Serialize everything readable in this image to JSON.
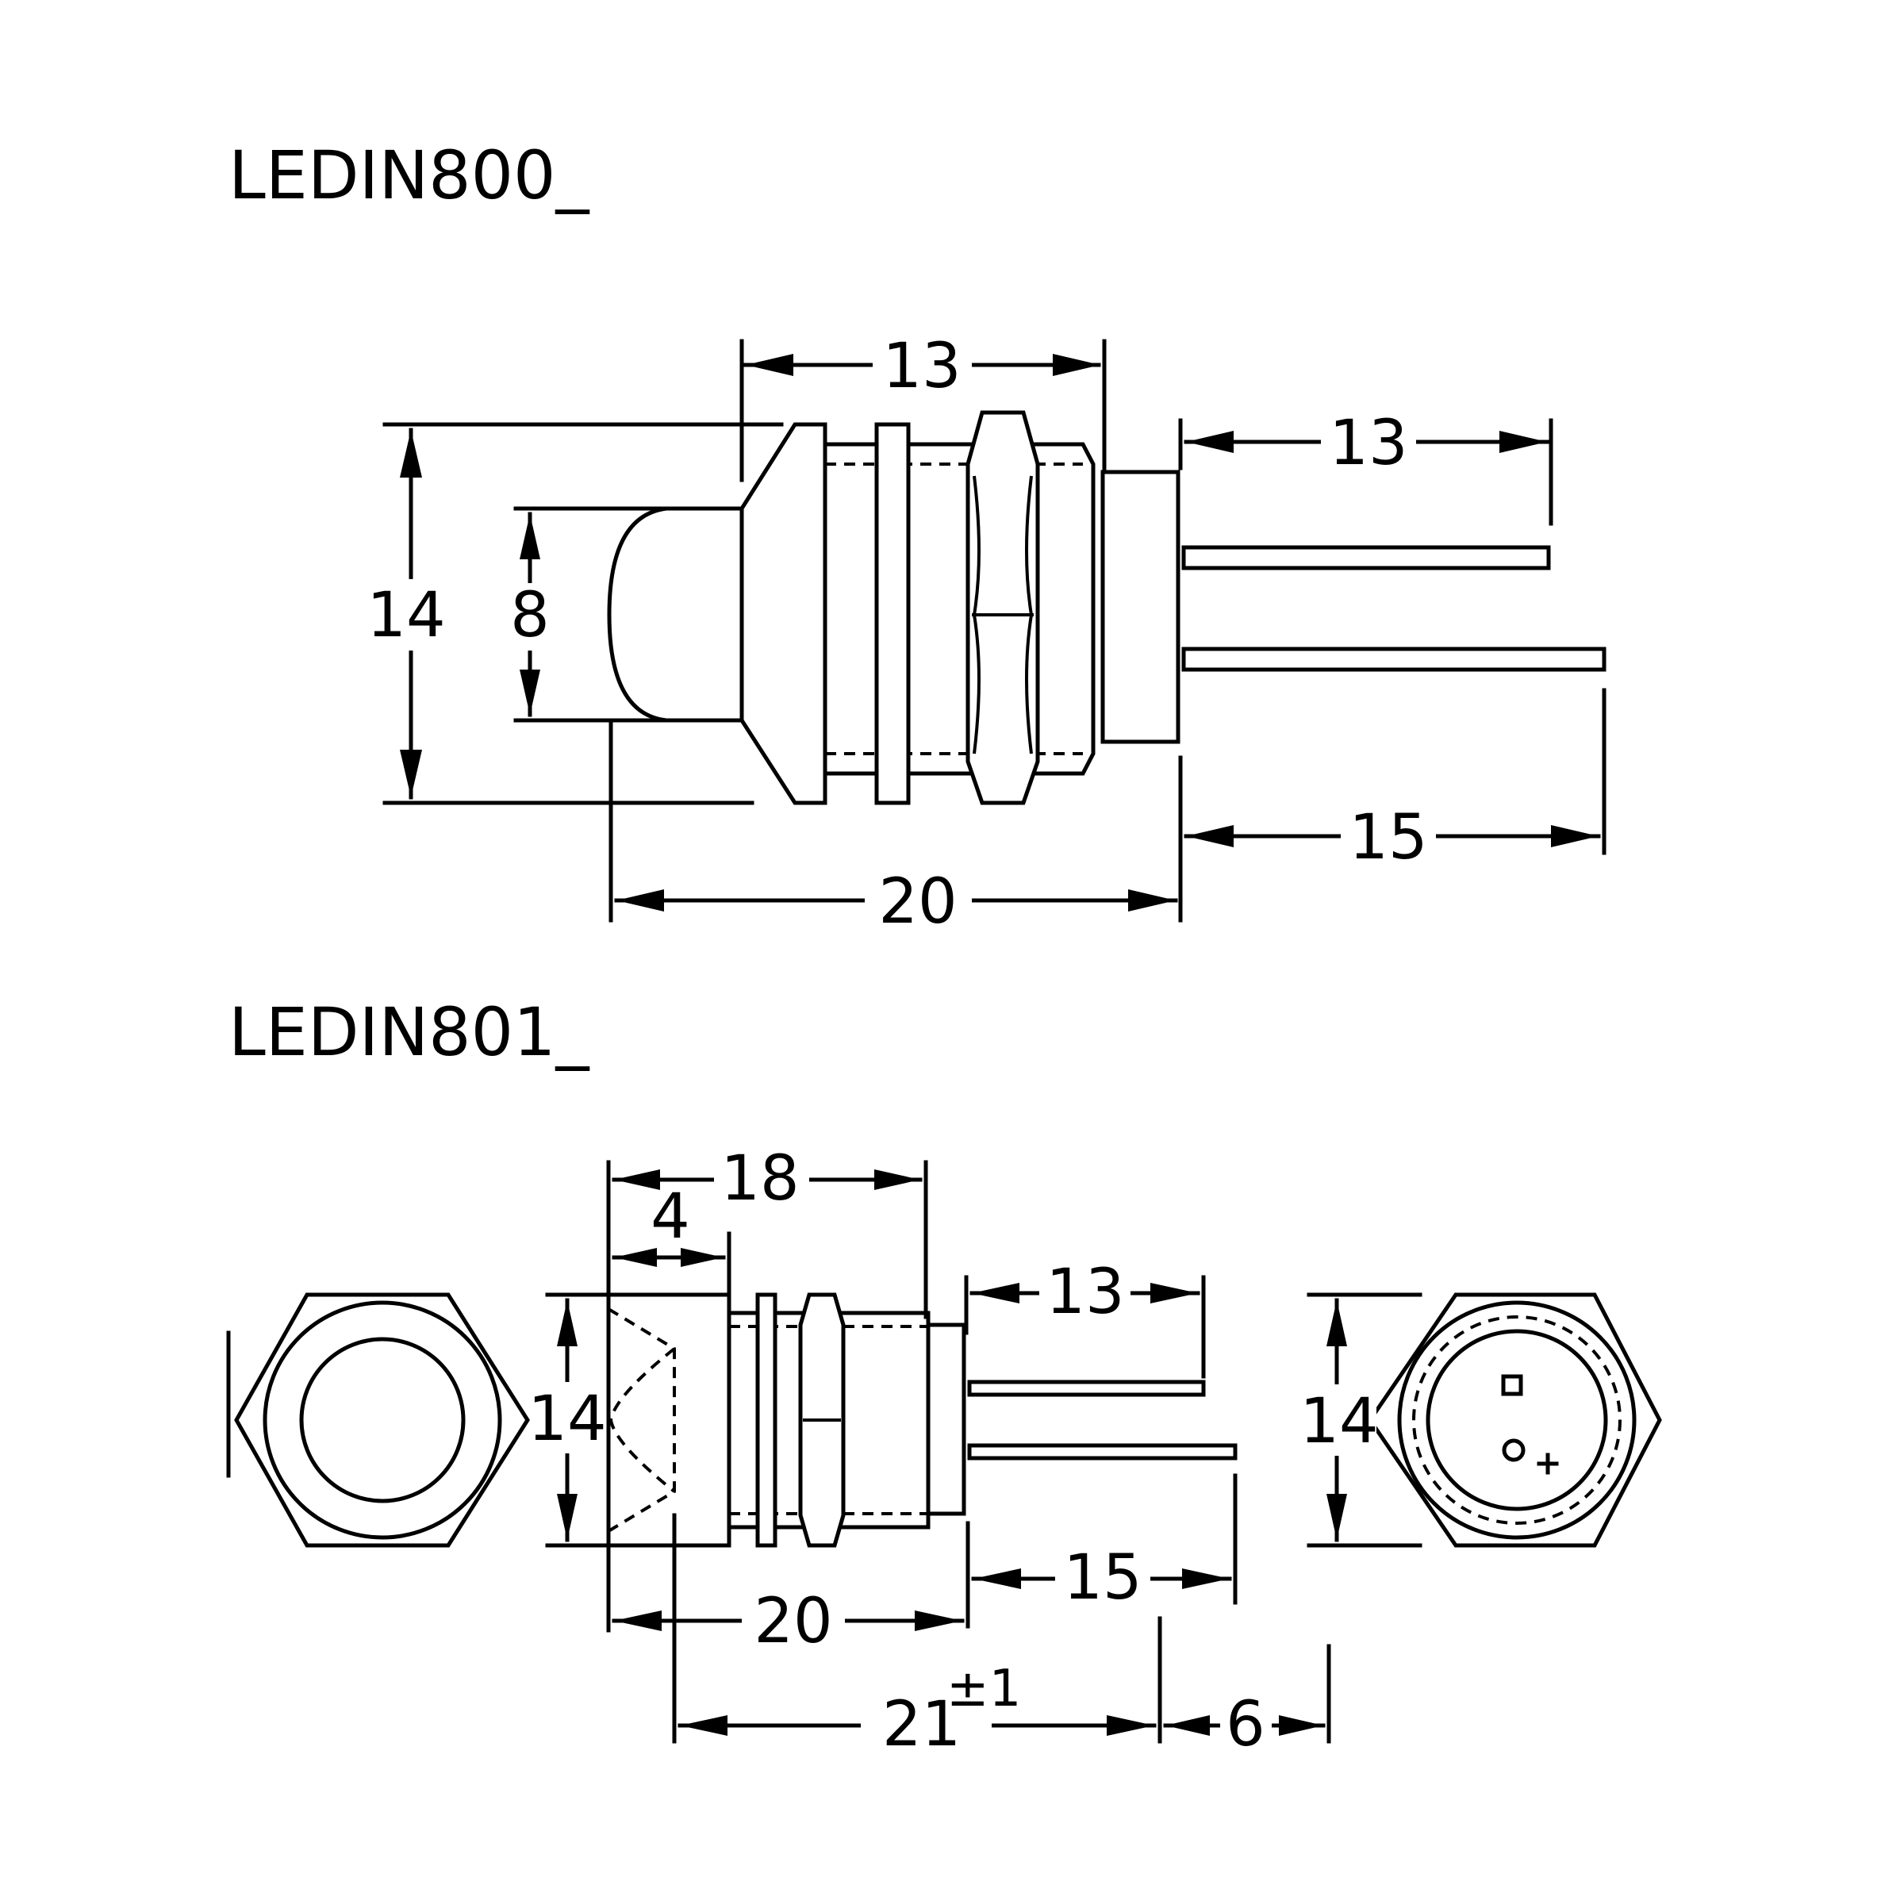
{
  "top": {
    "title": "LEDIN800_",
    "dims": {
      "body_len": "13",
      "pin_short": "13",
      "height": "14",
      "lens_dia": "8",
      "pin_long": "15",
      "overall": "20"
    }
  },
  "bottom": {
    "title": "LEDIN801_",
    "dims": {
      "body_len": "18",
      "head_len": "4",
      "pin_short": "13",
      "height": "14",
      "height_right": "14",
      "overall": "20",
      "pin_long": "15",
      "length": "21",
      "tolerance": "±1",
      "end": "6"
    }
  }
}
